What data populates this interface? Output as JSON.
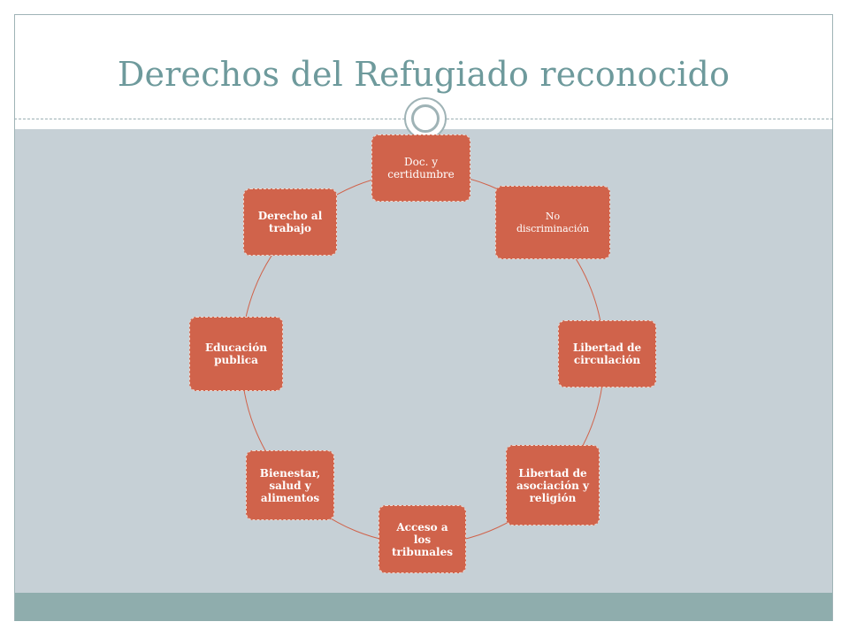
{
  "slide": {
    "title": "Derechos del Refugiado reconocido"
  },
  "diagram": {
    "type": "cycle",
    "node_color": "#d0634b",
    "connector_color": "#d0634b",
    "nodes": [
      {
        "label": "Doc. y\ncertidumbre"
      },
      {
        "label": "No\ndiscriminación"
      },
      {
        "label": "Libertad de\ncirculación"
      },
      {
        "label": "Libertad de\nasociación y\nreligión"
      },
      {
        "label": "Acceso a los\ntribunales"
      },
      {
        "label": "Bienestar,\nsalud y\nalimentos"
      },
      {
        "label": "Educación\npublica"
      },
      {
        "label": "Derecho al\ntrabajo"
      }
    ]
  },
  "theme": {
    "title_color": "#6e9a9c",
    "content_bg": "#c6d0d6",
    "footer_color": "#8fadad"
  }
}
